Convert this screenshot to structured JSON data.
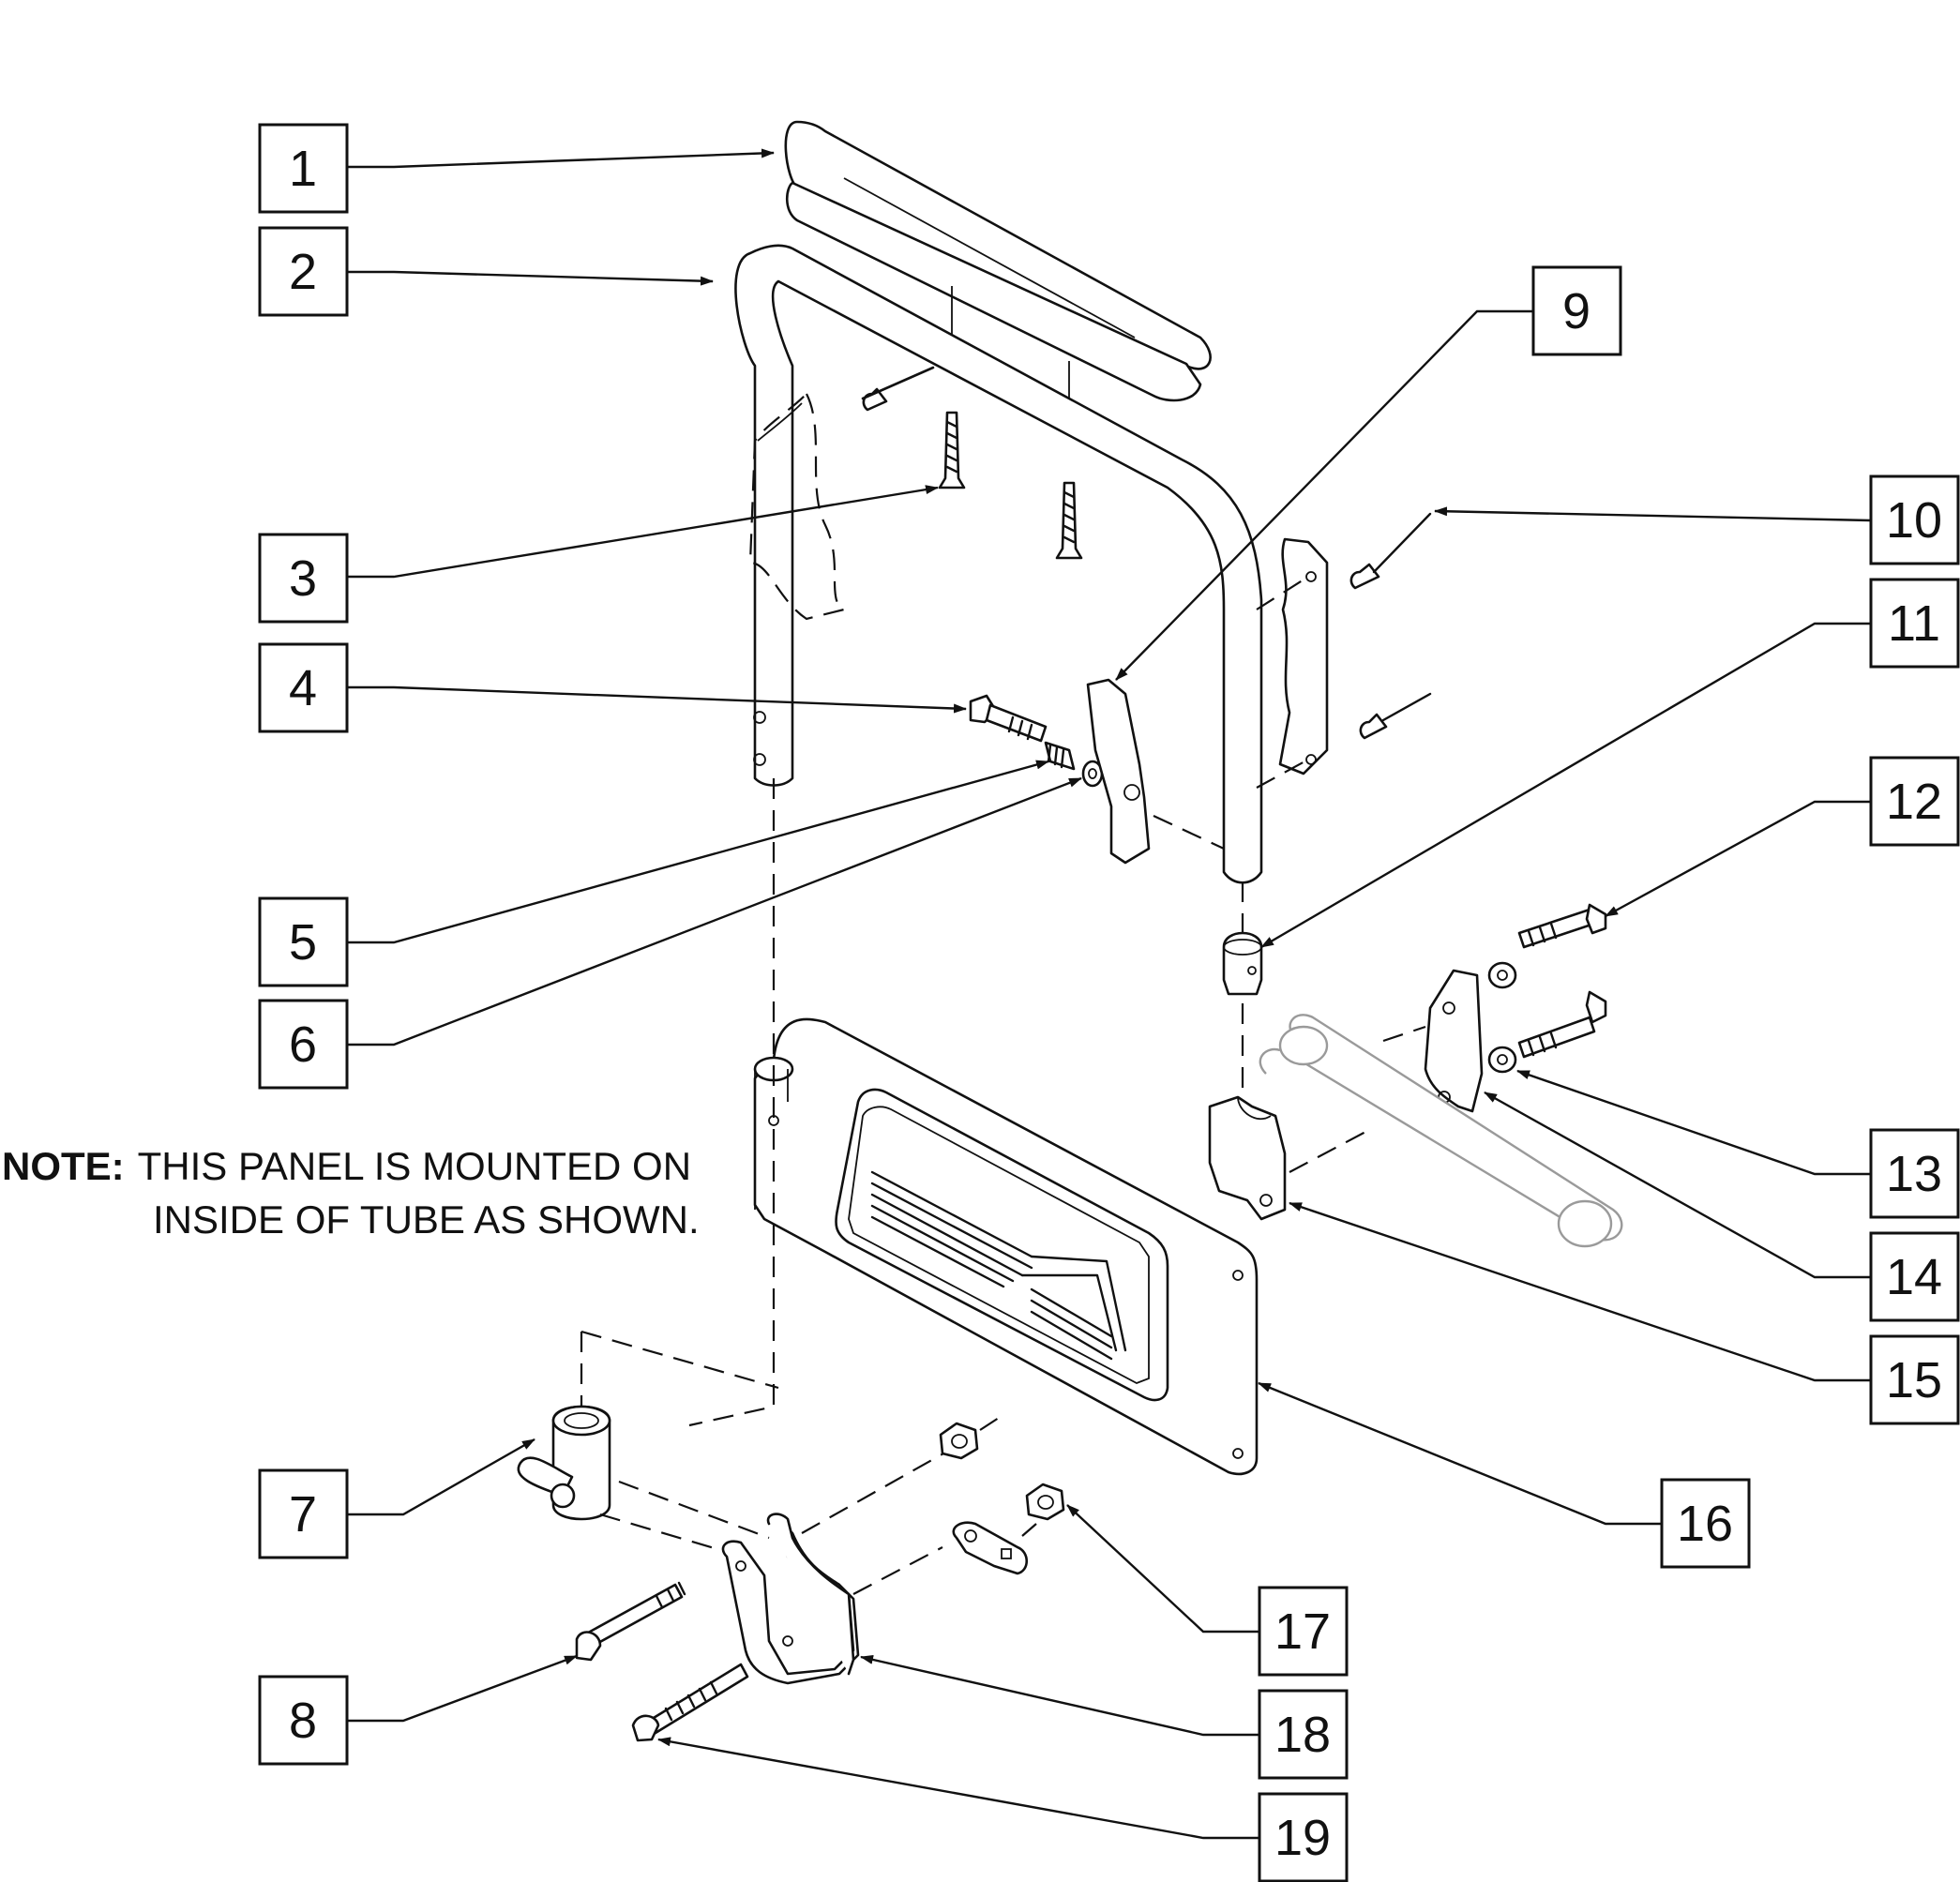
{
  "note": {
    "prefix": "NOTE:",
    "line1": "THIS PANEL IS MOUNTED ON",
    "line2": "INSIDE OF TUBE AS SHOWN."
  },
  "callouts": [
    "1",
    "2",
    "3",
    "4",
    "5",
    "6",
    "7",
    "8",
    "9",
    "10",
    "11",
    "12",
    "13",
    "14",
    "15",
    "16",
    "17",
    "18",
    "19"
  ]
}
